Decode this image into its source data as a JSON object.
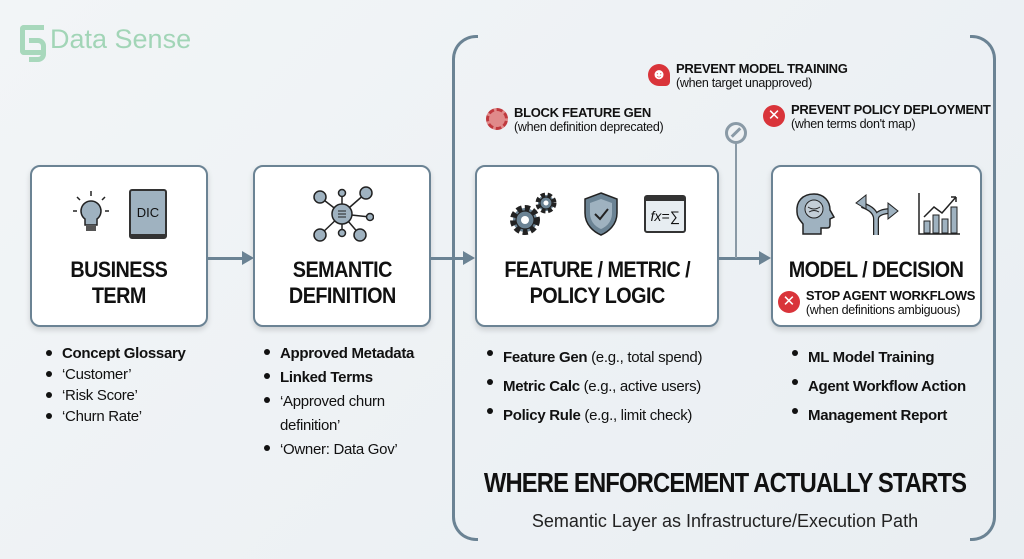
{
  "logo": {
    "text": "Data Sense"
  },
  "boxes": [
    {
      "title_l1": "BUSINESS",
      "title_l2": "TERM",
      "icons": [
        "lightbulb-icon",
        "dictionary-icon"
      ],
      "icon_text": "DIC",
      "bullets": [
        {
          "text": "Concept Glossary",
          "bold": true
        },
        {
          "text": "‘Customer’"
        },
        {
          "text": "‘Risk Score’"
        },
        {
          "text": "‘Churn Rate’"
        }
      ]
    },
    {
      "title_l1": "SEMANTIC",
      "title_l2": "DEFINITION",
      "icons": [
        "network-icon"
      ],
      "bullets": [
        {
          "text": "Approved Metadata",
          "bold": true
        },
        {
          "text": "Linked Terms",
          "bold": true
        },
        {
          "text": "‘Approved churn definition’"
        },
        {
          "text": "‘Owner: Data Gov’"
        }
      ]
    },
    {
      "title_l1": "FEATURE / METRIC /",
      "title_l2": "POLICY LOGIC",
      "icons": [
        "gears-icon",
        "shield-check-icon",
        "formula-icon"
      ],
      "icon_text": "fx=∑",
      "bullets": [
        {
          "bold_part": "Feature Gen",
          "rest": " (e.g., total spend)"
        },
        {
          "bold_part": "Metric Calc",
          "rest": " (e.g., active users)"
        },
        {
          "bold_part": "Policy Rule",
          "rest": " (e.g., limit check)"
        }
      ]
    },
    {
      "title_l1": "MODEL / DECISION",
      "icons": [
        "brain-head-icon",
        "fork-arrow-icon",
        "bar-chart-icon"
      ],
      "warning": {
        "title": "STOP AGENT WORKFLOWS",
        "sub": "(when definitions ambiguous)"
      },
      "bullets": [
        {
          "text": "ML Model Training",
          "bold": true
        },
        {
          "text": "Agent Workflow Action",
          "bold": true
        },
        {
          "text": "Management Report",
          "bold": true
        }
      ]
    }
  ],
  "warnings": [
    {
      "title": "PREVENT MODEL TRAINING",
      "sub": "(when target unapproved)"
    },
    {
      "title": "BLOCK FEATURE GEN",
      "sub": "(when definition deprecated)"
    },
    {
      "title": "PREVENT POLICY DEPLOYMENT",
      "sub": "(when terms don't map)"
    }
  ],
  "headline": "WHERE ENFORCEMENT ACTUALLY STARTS",
  "subtitle": "Semantic Layer as Infrastructure/Execution Path",
  "colors": {
    "accent": "#6b8394",
    "danger": "#d9343a",
    "logo": "#a2d5b7"
  }
}
